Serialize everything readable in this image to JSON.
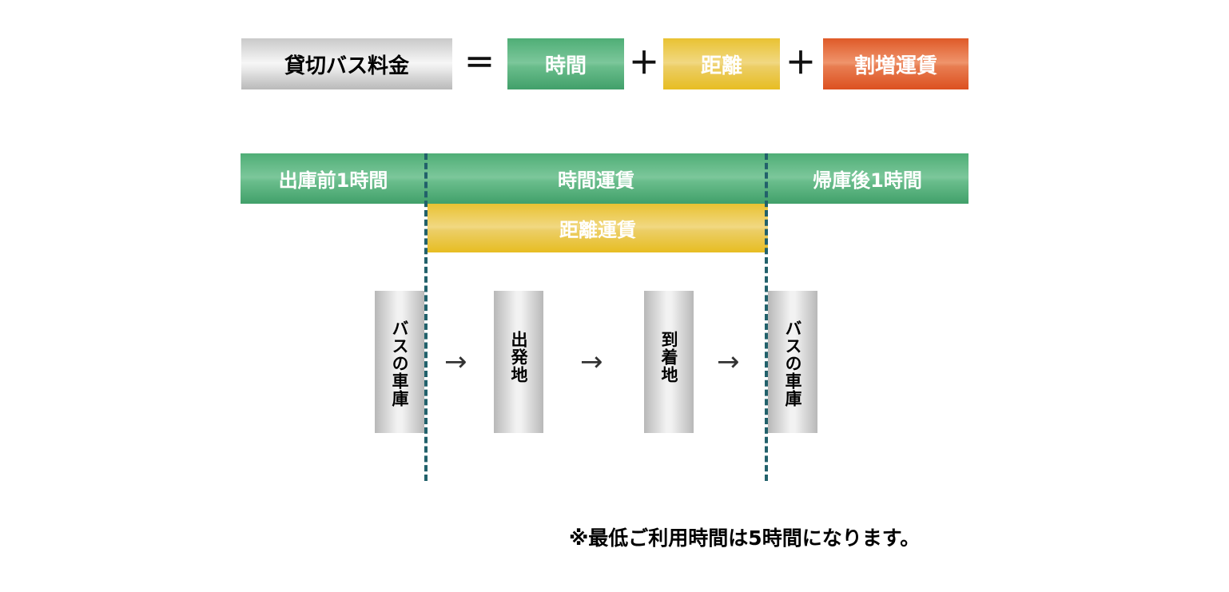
{
  "formula": {
    "total": "貸切バス料金",
    "equals": "＝",
    "term_time": "時間",
    "plus1": "＋",
    "term_distance": "距離",
    "plus2": "＋",
    "term_surcharge": "割増運賃"
  },
  "timeline": {
    "before": "出庫前1時間",
    "time_fare": "時間運賃",
    "after": "帰庫後1時間",
    "distance_fare": "距離運賃"
  },
  "route": {
    "garage_start": "バスの車庫",
    "departure": "出発地",
    "arrival": "到着地",
    "garage_end": "バスの車庫",
    "arrow": "→"
  },
  "note": "※最低ご利用時間は5時間になります。",
  "colors": {
    "green": "#55b07d",
    "yellow": "#eac43d",
    "orange": "#e05f2f",
    "divider": "#22616b"
  }
}
